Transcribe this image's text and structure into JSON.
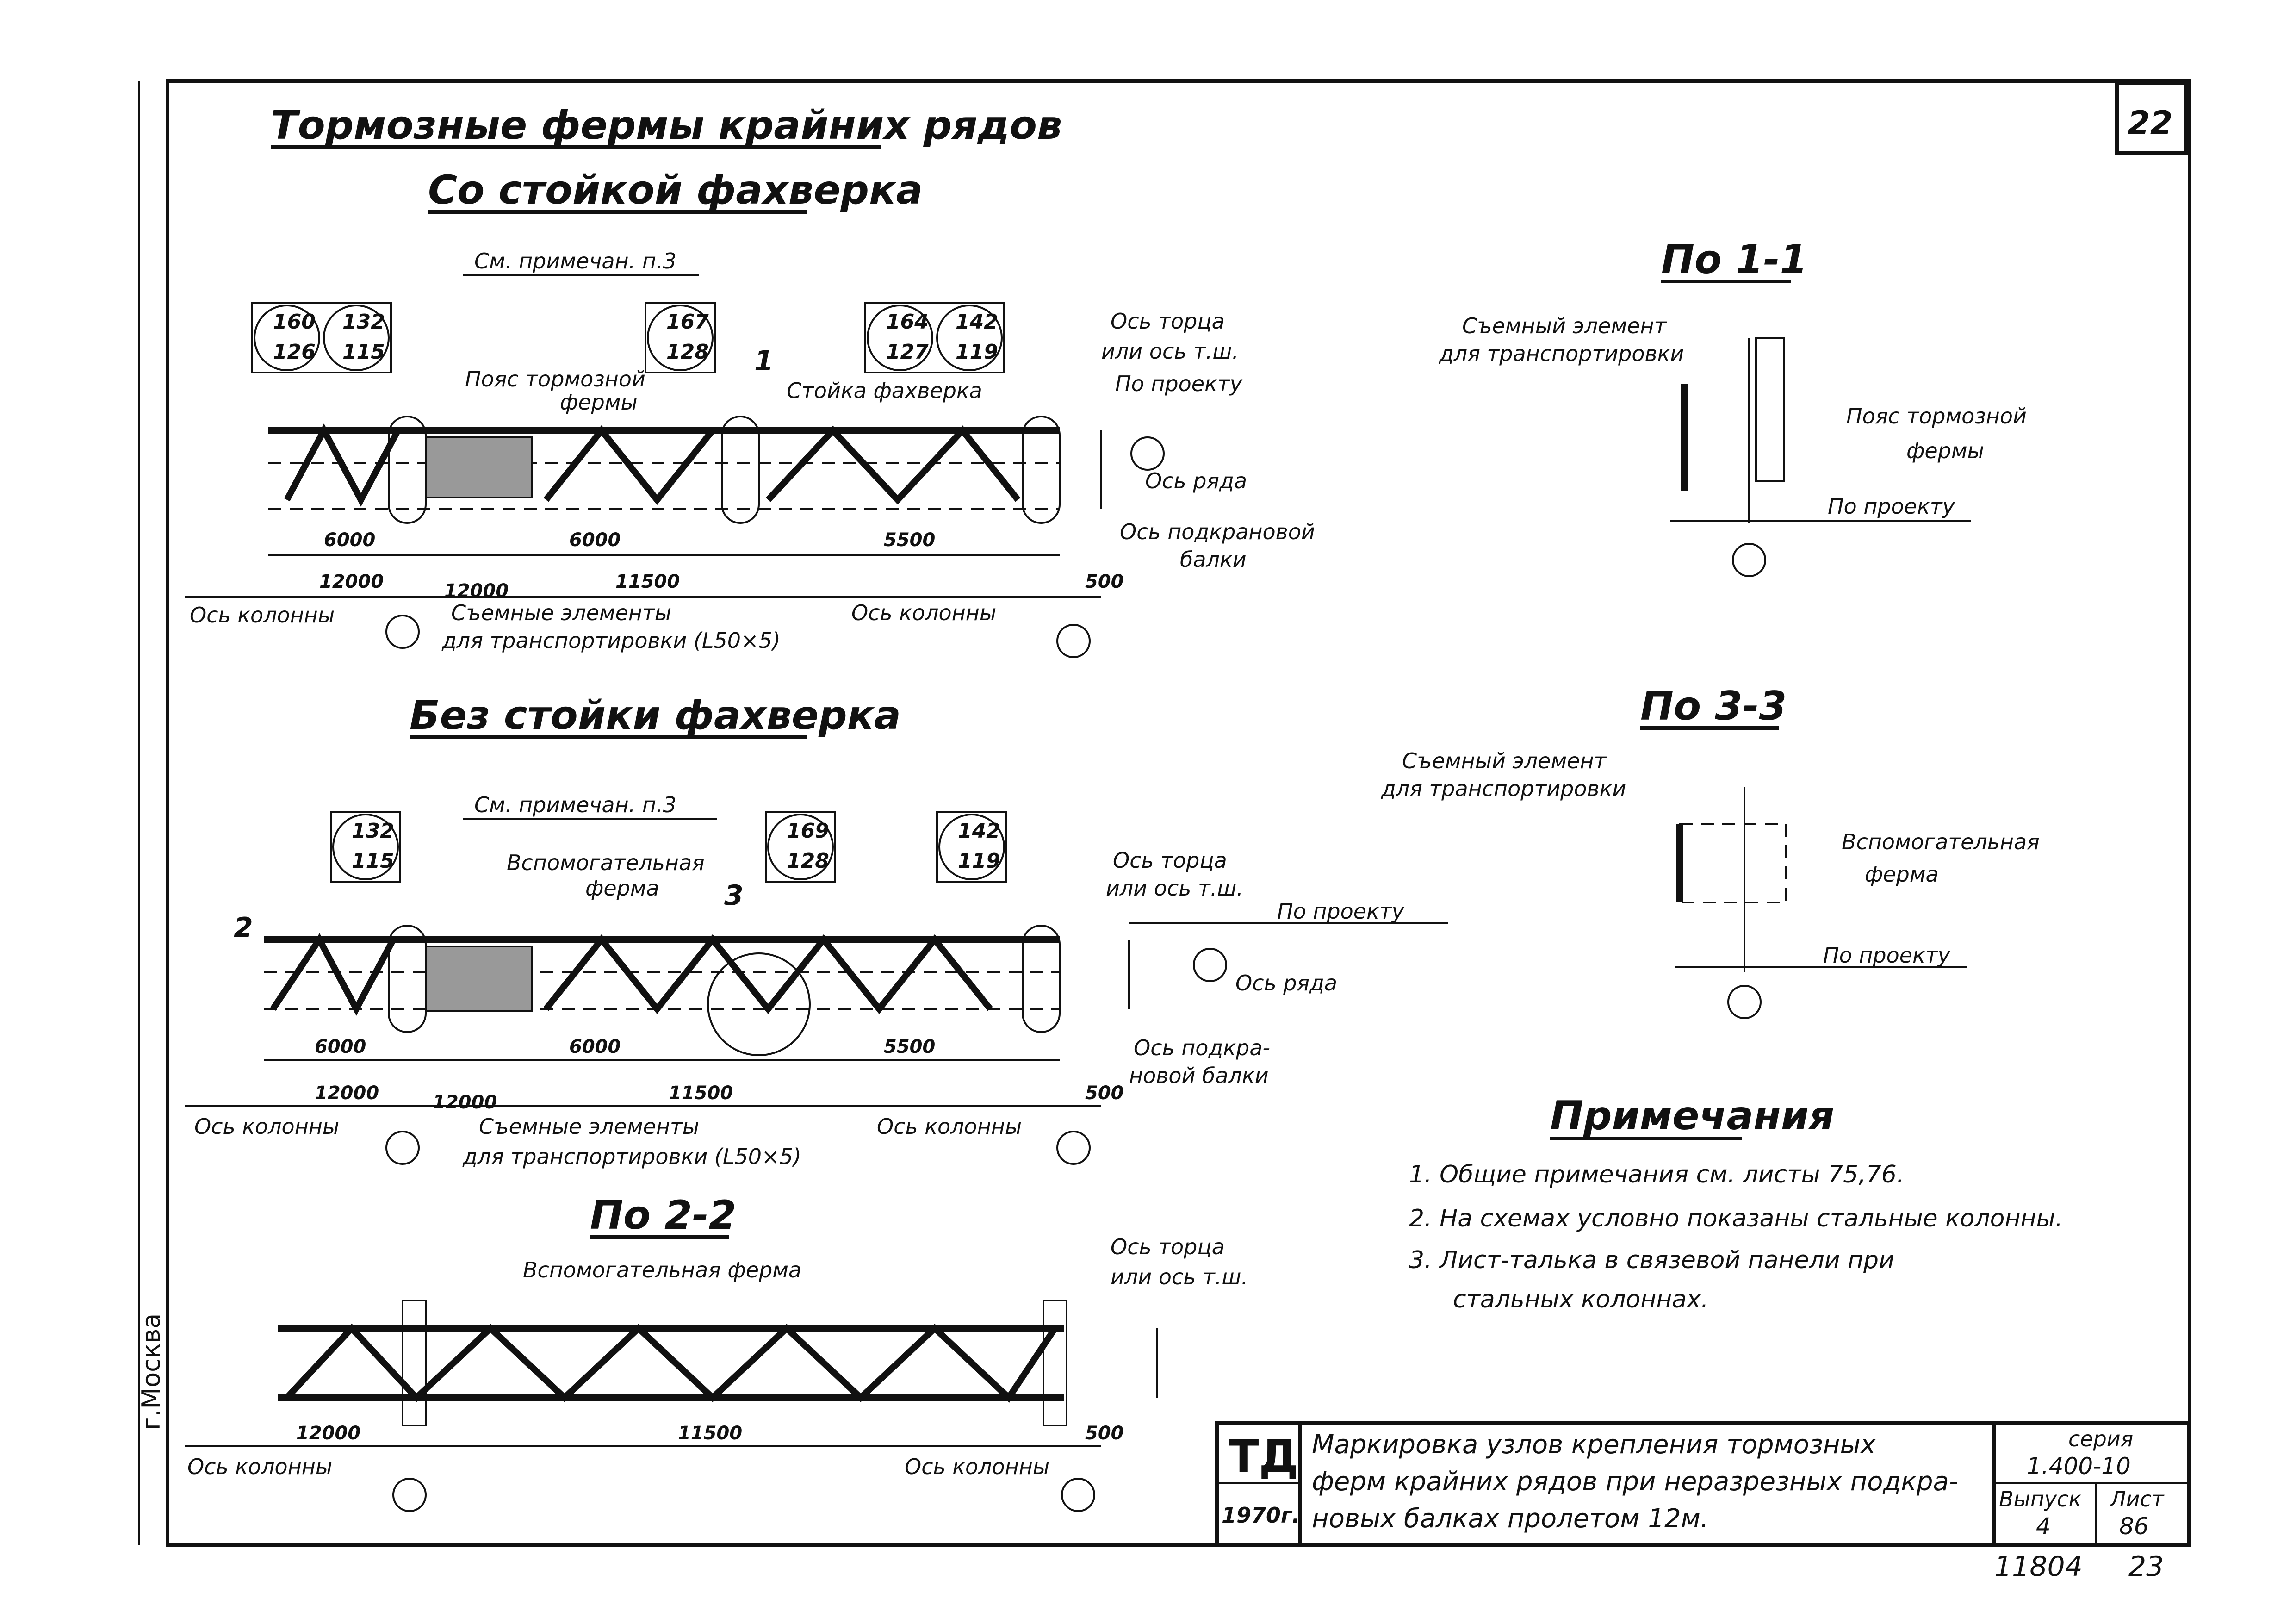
{
  "sheet_number": "22",
  "titles": {
    "main": "Тормозные фермы крайних рядов",
    "with_post": "Со стойкой фахверка",
    "without_post": "Без стойки фахверка",
    "sec11": "По 1-1",
    "sec22": "По 2-2",
    "sec33": "По 3-3"
  },
  "top_view": {
    "note_ref": "См. примечан. п.3",
    "bubbles": [
      {
        "a": "160",
        "b": "132",
        "c": "126",
        "d": "115"
      },
      {
        "a": "167",
        "c": "128"
      },
      {
        "a": "164",
        "b": "142",
        "c": "127",
        "d": "119"
      }
    ],
    "belt": "Пояс тормозной",
    "belt2": "фермы",
    "post": "Стойка фахверка",
    "axis_end": "Ось торца",
    "axis_end2": "или ось т.ш.",
    "by_project": "По проекту",
    "row_axis": "Ось ряда",
    "crane_beam": "Ось подкрановой",
    "crane_beam2": "балки",
    "d6000a": "6000",
    "d6000b": "6000",
    "d5500": "5500",
    "d12000a": "12000",
    "d12000b": "12000",
    "d11500": "11500",
    "d500": "500",
    "col_axis_l": "Ось колонны",
    "col_axis_r": "Ось колонны",
    "removable": "Съемные элементы",
    "removable2": "для транспортировки (L50×5)",
    "sec_mark": "1"
  },
  "mid_view": {
    "note_ref": "См. примечан. п.3",
    "bubbles": [
      {
        "a": "132",
        "c": "115"
      },
      {
        "a": "169",
        "c": "128"
      },
      {
        "a": "142",
        "c": "119"
      }
    ],
    "aux_truss": "Вспомогательная",
    "aux_truss2": "ферма",
    "axis_end": "Ось торца",
    "axis_end2": "или ось т.ш.",
    "by_project": "По проекту",
    "row_axis": "Ось ряда",
    "crane_beam": "Ось подкра-",
    "crane_beam2": "новой балки",
    "d6000a": "6000",
    "d6000b": "6000",
    "d5500": "5500",
    "d12000a": "12000",
    "d12000b": "12000",
    "d11500": "11500",
    "d500": "500",
    "col_axis_l": "Ось колонны",
    "col_axis_r": "Ось колонны",
    "removable": "Съемные элементы",
    "removable2": "для транспортировки (L50×5)",
    "sec2": "2",
    "sec3": "3"
  },
  "bottom_view": {
    "aux_truss": "Вспомогательная ферма",
    "axis_end": "Ось торца",
    "axis_end2": "или ось т.ш.",
    "d12000": "12000",
    "d11500": "11500",
    "d500": "500",
    "col_axis_l": "Ось колонны",
    "col_axis_r": "Ось колонны"
  },
  "sec11": {
    "removable": "Съемный элемент",
    "removable2": "для транспортировки",
    "belt": "Пояс тормозной",
    "belt2": "фермы",
    "by_project": "По проекту"
  },
  "sec33": {
    "removable": "Съемный элемент",
    "removable2": "для транспортировки",
    "aux": "Вспомогательная",
    "aux2": "ферма",
    "by_project": "По проекту"
  },
  "notes": {
    "heading": "Примечания",
    "items": [
      "1. Общие примечания см. листы 75,76.",
      "2. На схемах условно показаны стальные колонны.",
      "3. Лист-талька в связевой панели при",
      "стальных колоннах."
    ]
  },
  "title_block": {
    "logo": "ТД",
    "year": "1970г.",
    "desc1": "Маркировка узлов крепления тормозных",
    "desc2": "ферм крайних рядов при неразрезных подкра-",
    "desc3": "новых балках пролетом 12м.",
    "series_label": "серия",
    "series": "1.400-10",
    "issue_label": "Выпуск",
    "issue": "4",
    "sheet_label": "Лист",
    "sheet": "86"
  },
  "city": "г.Москва",
  "footer_code": "11804",
  "footer_num": "23"
}
